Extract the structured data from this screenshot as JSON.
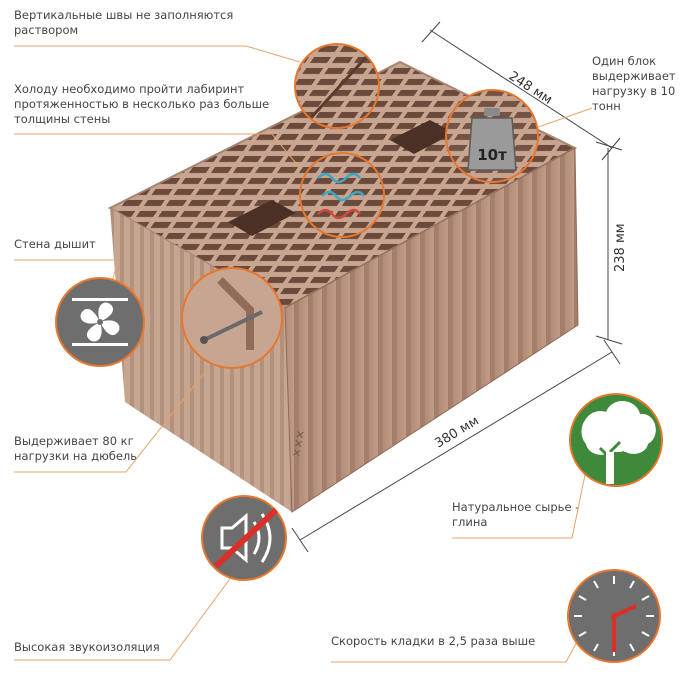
{
  "callouts": {
    "vertical_joints": "Вертикальные швы не заполняются раствором",
    "cold_labyrinth": "Холоду необходимо пройти лабиринт протяженностью в несколько раз больше толщины стены",
    "wall_breathes": "Стена дышит",
    "dowel_load": "Выдерживает 80 кг нагрузки на дюбель",
    "sound_insulation": "Высокая звукоизоляция",
    "block_load": "Один блок выдерживает нагрузку в 10 тонн",
    "natural_material": "Натуральное сырье - глина",
    "laying_speed": "Скорость кладки в 2,5 раза выше"
  },
  "dimensions": {
    "depth": "248 мм",
    "height": "238 мм",
    "length": "380 мм"
  },
  "weight_label": "10т",
  "colors": {
    "accent_orange": "#e8772e",
    "leader_line": "#e8a26a",
    "brick": "#b08a75",
    "brick_dark": "#8f6b58",
    "icon_grey": "#6e6e6e",
    "tree_green": "#3d8b3a"
  },
  "icons": [
    "fan-icon",
    "tree-icon",
    "mute-speaker-icon",
    "clock-icon",
    "weight-icon",
    "dowel-icon",
    "labyrinth-icon"
  ]
}
